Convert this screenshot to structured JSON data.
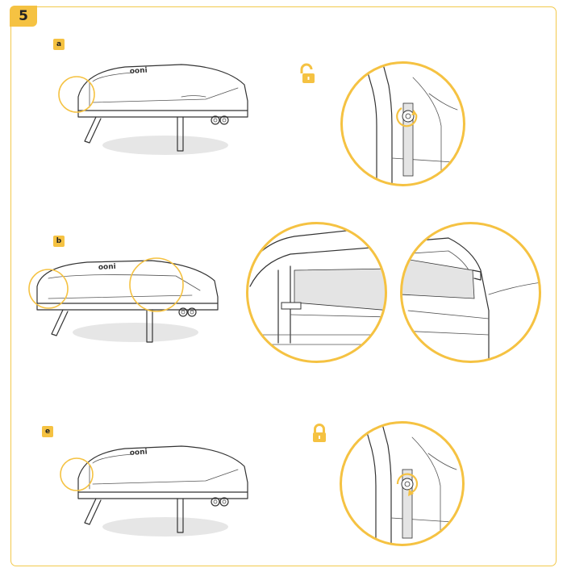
{
  "step": {
    "number": "5"
  },
  "panels": [
    {
      "label": "a",
      "lock_state": "unlocked",
      "lock_icon": "unlocked-padlock-icon"
    },
    {
      "label": "b"
    },
    {
      "label": "e",
      "lock_state": "locked",
      "lock_icon": "locked-padlock-icon"
    }
  ],
  "oven_logo": "ooni",
  "colors": {
    "accent": "#f5c242",
    "line": "#333333",
    "shadow": "#e6e6e6"
  }
}
